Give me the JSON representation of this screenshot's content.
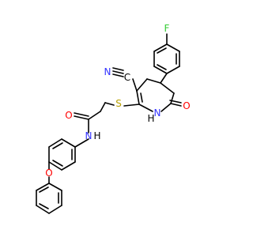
{
  "molecule": {
    "atoms": {
      "N_nitrile": "N",
      "C_nitrile": "C",
      "F": "F",
      "S": "S",
      "O_ketone": "O",
      "NH_ring": "H",
      "NH_ring_N": "N",
      "O_amide": "O",
      "NH_amide_N": "N",
      "NH_amide_H": "H",
      "O_ether": "O"
    },
    "colors": {
      "N": "#3333ff",
      "O": "#ff0000",
      "F": "#33cc33",
      "S": "#b8a000",
      "C": "#000000"
    }
  }
}
